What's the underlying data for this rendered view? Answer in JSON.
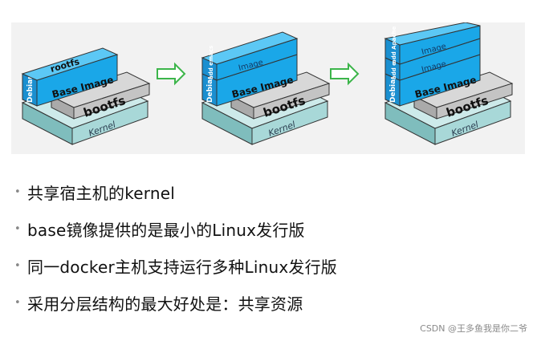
{
  "diagram": {
    "stacks": [
      {
        "layers": [
          {
            "label": "Kernel"
          },
          {
            "label": "bootfs"
          },
          {
            "label": "Debian"
          },
          {
            "label": "Base Image"
          },
          {
            "label": "rootfs"
          }
        ]
      },
      {
        "layers": [
          {
            "label": "Kernel"
          },
          {
            "label": "bootfs"
          },
          {
            "label": "Debian"
          },
          {
            "label": "Base Image"
          },
          {
            "label": "add emacs"
          },
          {
            "label": "Image"
          }
        ]
      },
      {
        "layers": [
          {
            "label": "Kernel"
          },
          {
            "label": "bootfs"
          },
          {
            "label": "Debian"
          },
          {
            "label": "Base Image"
          },
          {
            "label": "add emacs"
          },
          {
            "label": "Image"
          },
          {
            "label": "add Apache"
          },
          {
            "label": "Image"
          }
        ]
      }
    ]
  },
  "bullets": [
    {
      "text": "共享宿主机的kernel"
    },
    {
      "text": "base镜像提供的是最小的Linux发行版"
    },
    {
      "text": "同一docker主机支持运行多种Linux发行版"
    },
    {
      "text": "采用分层结构的最大好处是：共享资源"
    }
  ],
  "watermark": "CSDN @王多鱼我是你二爷",
  "colors": {
    "layer_blue": "#1aa7e8",
    "layer_blue_top": "#5cc8f5",
    "base_teal": "#a8d8d8",
    "arrow_green": "#3cb54a"
  }
}
